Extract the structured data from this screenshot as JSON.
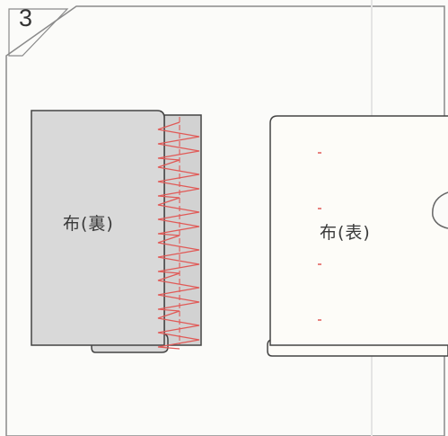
{
  "step": {
    "number": "3"
  },
  "left_panel": {
    "fabric_label": "布(裏)"
  },
  "right_panel": {
    "fabric_label": "布(表)"
  },
  "colors": {
    "stitch": "#e05a57",
    "fabric_back": "#d9d9d9",
    "fabric_front": "#fdfcf8",
    "seam_allowance": "#d2d2d2",
    "outline": "#444444",
    "page_border": "#888888"
  }
}
